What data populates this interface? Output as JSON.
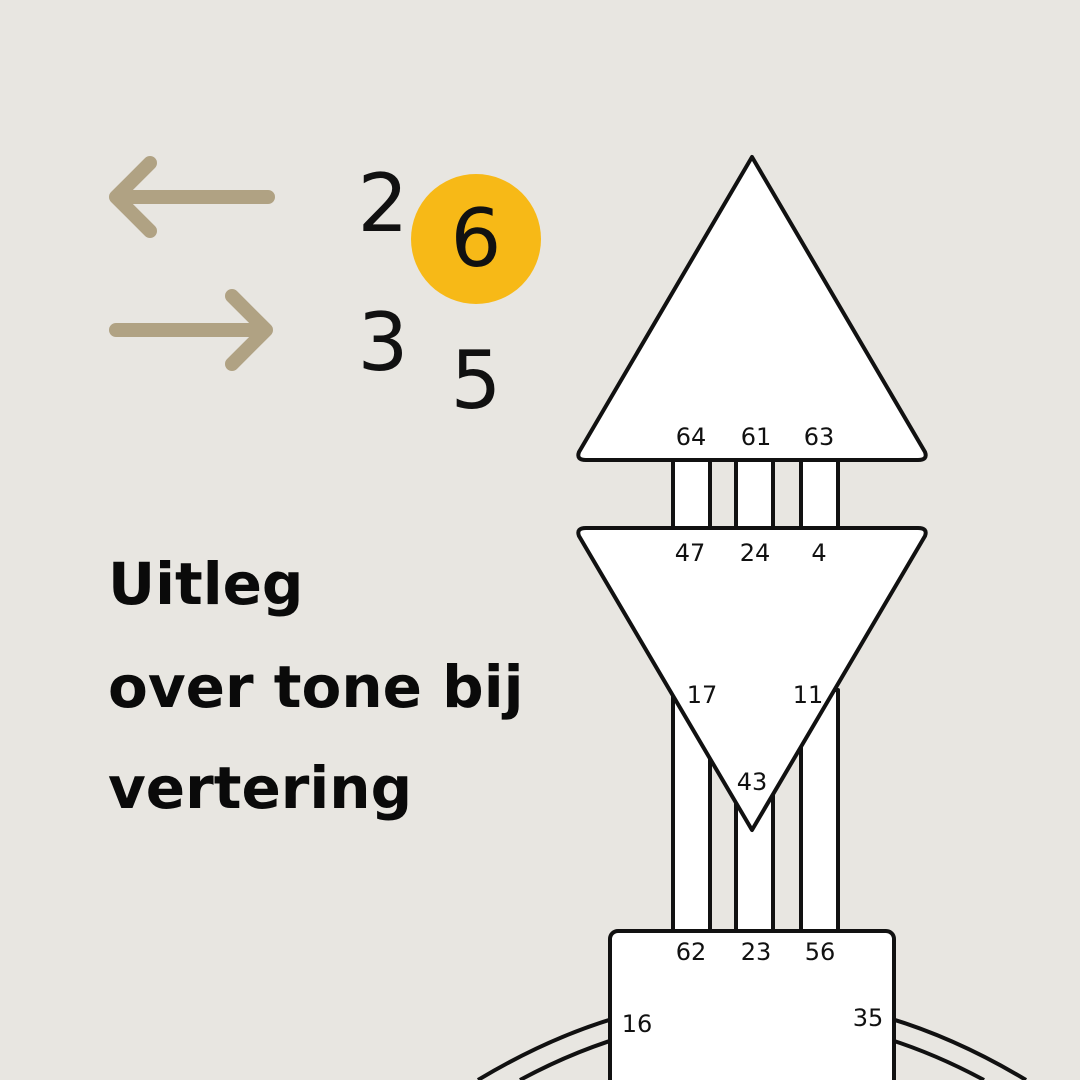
{
  "colors": {
    "background": "#E8E6E1",
    "arrow": "#B0A283",
    "highlight": "#F7B917",
    "ink": "#111111",
    "fill": "#FFFFFF"
  },
  "arrows": {
    "left": {
      "icon": "arrow-left-icon"
    },
    "right": {
      "icon": "arrow-right-icon"
    }
  },
  "digits": {
    "left_top": "2",
    "left_bottom": "3",
    "right_top": "6",
    "right_bottom": "5",
    "highlighted": "right_top"
  },
  "title": {
    "line1": "Uitleg",
    "line2": "over tone bij",
    "line3": "vertering"
  },
  "bodygraph": {
    "head_gates": [
      "64",
      "61",
      "63"
    ],
    "ajna_top_gates": [
      "47",
      "24",
      "4"
    ],
    "ajna_side_gates": [
      "17",
      "11"
    ],
    "ajna_bottom_gate": "43",
    "throat_top_gates": [
      "62",
      "23",
      "56"
    ],
    "throat_left_gate": "16",
    "throat_right_gate": "35"
  }
}
